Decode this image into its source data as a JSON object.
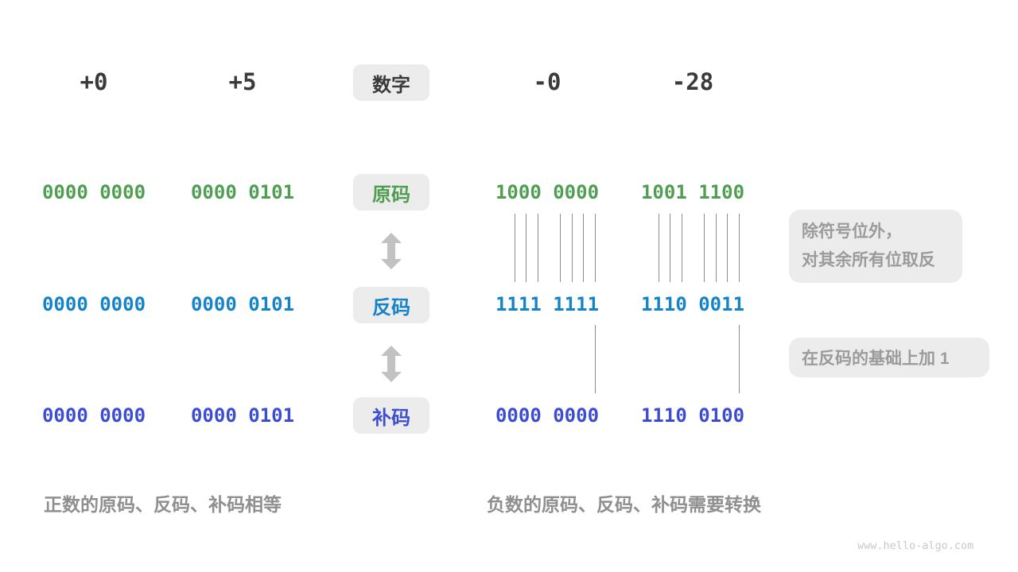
{
  "diagram": {
    "headers": [
      "+0",
      "+5",
      "-0",
      "-28"
    ],
    "number_badge": "数字",
    "rows": [
      {
        "badge": "原码",
        "color": "green",
        "values": [
          "0000 0000",
          "0000 0101",
          "1000 0000",
          "1001 1100"
        ]
      },
      {
        "badge": "反码",
        "color": "blue",
        "values": [
          "0000 0000",
          "0000 0101",
          "1111 1111",
          "1110 0011"
        ]
      },
      {
        "badge": "补码",
        "color": "indigo",
        "values": [
          "0000 0000",
          "0000 0101",
          "0000 0000",
          "1110 0100"
        ]
      }
    ],
    "annotations": {
      "flip_line1": "除符号位外，",
      "flip_line2": "对其余所有位取反",
      "add_one": "在反码的基础上加 1"
    },
    "captions": {
      "positive": "正数的原码、反码、补码相等",
      "negative": "负数的原码、反码、补码需要转换"
    },
    "watermark": "www.hello-algo.com"
  },
  "colors": {
    "green": "#4f9e52",
    "blue": "#1583c8",
    "indigo": "#3d4dd2",
    "badge_background": "#ececec",
    "dark_text": "#3a3a3a",
    "note_text": "#9b9b9b",
    "caption_text": "#8f8f8f",
    "arrow": "#c2c2c2",
    "tick_line": "#8c8c8c",
    "watermark": "#c9c9c9"
  }
}
